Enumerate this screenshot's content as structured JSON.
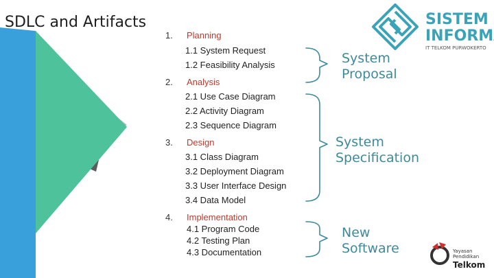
{
  "slide": {
    "title": "SDLC and Artifacts",
    "phases": [
      {
        "number": "1.",
        "name": "Planning",
        "items": [
          "1.1 System Request",
          "1.2 Feasibility Analysis"
        ]
      },
      {
        "number": "2.",
        "name": "Analysis",
        "items": [
          "2.1 Use Case Diagram",
          "2.2 Activity Diagram",
          "2.3 Sequence Diagram"
        ]
      },
      {
        "number": "3.",
        "name": "Design",
        "items": [
          "3.1 Class Diagram",
          "3.2 Deployment Diagram",
          "3.3 User Interface Design",
          "3.4 Data Model"
        ]
      },
      {
        "number": "4.",
        "name": "Implementation",
        "items": [
          "4.1 Program Code",
          "4.2 Testing Plan",
          "4.3 Documentation"
        ]
      }
    ],
    "outcomes": [
      {
        "line1": "System",
        "line2": "Proposal"
      },
      {
        "line1": "System",
        "line2": "Specification"
      },
      {
        "line1": "New",
        "line2": "Software"
      }
    ]
  },
  "logos": {
    "sistem_informasi": {
      "line1": "SISTEM",
      "line2": "INFORMASI",
      "tagline": "IT TELKOM PURWOKERTO"
    },
    "yayasan": {
      "line1": "Yayasan",
      "line2": "Pendidikan",
      "line3": "Telkom"
    }
  },
  "colors": {
    "accent_green": "#4ec29a",
    "accent_blue": "#3aa0dc",
    "dark_gray": "#555555",
    "phase_red": "#c0392b",
    "outcome_teal": "#3d8a9c"
  }
}
